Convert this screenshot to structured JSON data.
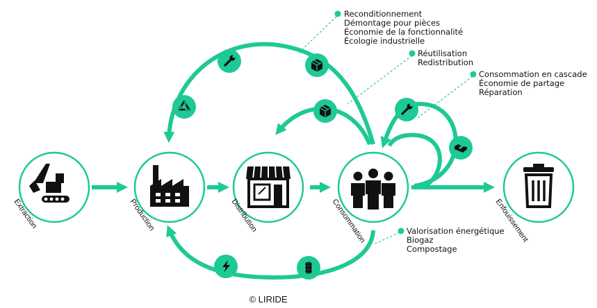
{
  "colors": {
    "accent": "#1ec995",
    "dark": "#111111",
    "background": "#ffffff"
  },
  "stages": [
    {
      "label": "Extraction",
      "icon": "excavator-icon"
    },
    {
      "label": "Production",
      "icon": "factory-icon"
    },
    {
      "label": "Distribution",
      "icon": "store-icon"
    },
    {
      "label": "Consommation",
      "icon": "people-icon"
    },
    {
      "label": "Enfouissement",
      "icon": "trash-can-icon"
    }
  ],
  "loop_icons": [
    {
      "icon": "wrench-icon"
    },
    {
      "icon": "box-icon"
    },
    {
      "icon": "recycle-icon"
    },
    {
      "icon": "box-icon"
    },
    {
      "icon": "wrench-icon"
    },
    {
      "icon": "handshake-icon"
    },
    {
      "icon": "lightning-icon"
    },
    {
      "icon": "wheat-icon"
    }
  ],
  "notes": [
    {
      "lines": [
        "Reconditionnement",
        "Démontage pour pièces",
        "Économie de la fonctionnalité",
        "Écologie industrielle"
      ]
    },
    {
      "lines": [
        "Réutilisation",
        "Redistribution"
      ]
    },
    {
      "lines": [
        "Consommation en cascade",
        "Économie de partage",
        "Réparation"
      ]
    },
    {
      "lines": [
        "Valorisation énergétique",
        "Biogaz",
        "Compostage"
      ]
    }
  ],
  "footer": {
    "copyright": "© LIRIDE"
  }
}
